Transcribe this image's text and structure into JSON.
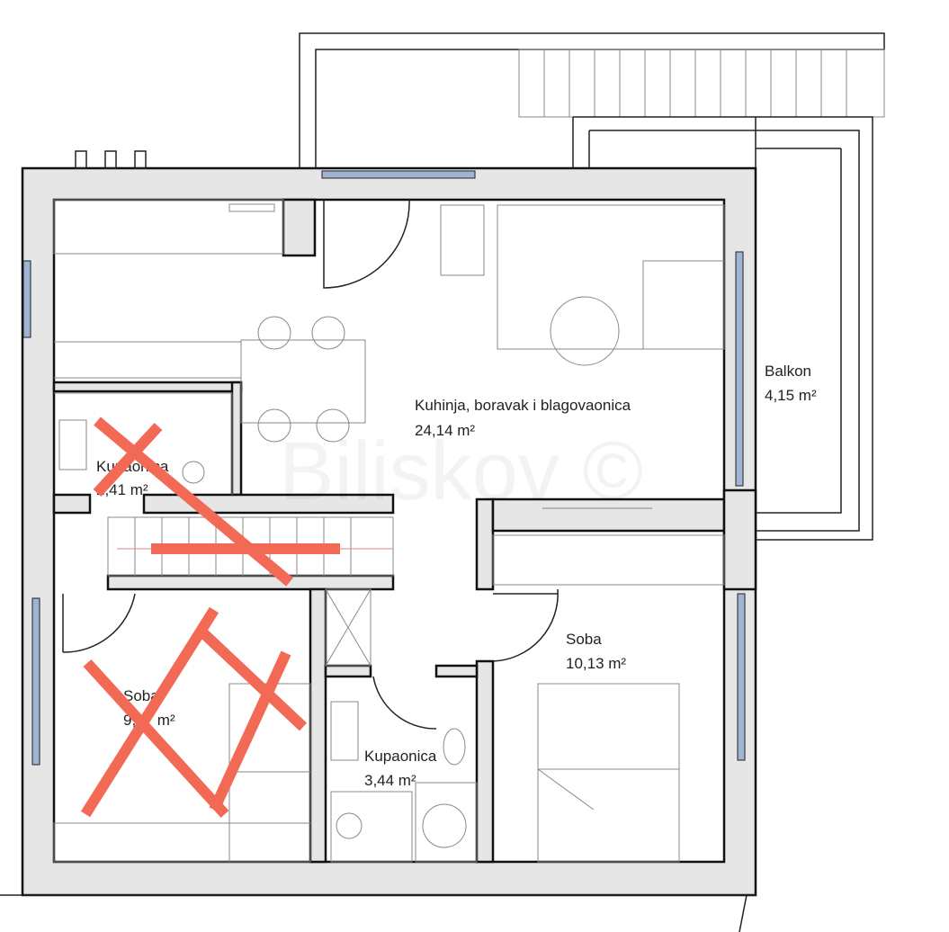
{
  "watermark": "Biliskov ©",
  "rooms": [
    {
      "name": "Kuhinja, boravak i blagovaonica",
      "area": "24,14 m²"
    },
    {
      "name": "Balkon",
      "area": "4,15 m²"
    },
    {
      "name": "Kupaonica",
      "area": "2,41 m²"
    },
    {
      "name": "Soba",
      "area": "10,13 m²"
    },
    {
      "name": "Soba",
      "area": "9,__ m²"
    },
    {
      "name": "Kupaonica",
      "area": "3,44 m²"
    }
  ],
  "colors": {
    "strike": "#f26a55",
    "wall": "#e6e6e6",
    "window": "#9fb4d4"
  }
}
